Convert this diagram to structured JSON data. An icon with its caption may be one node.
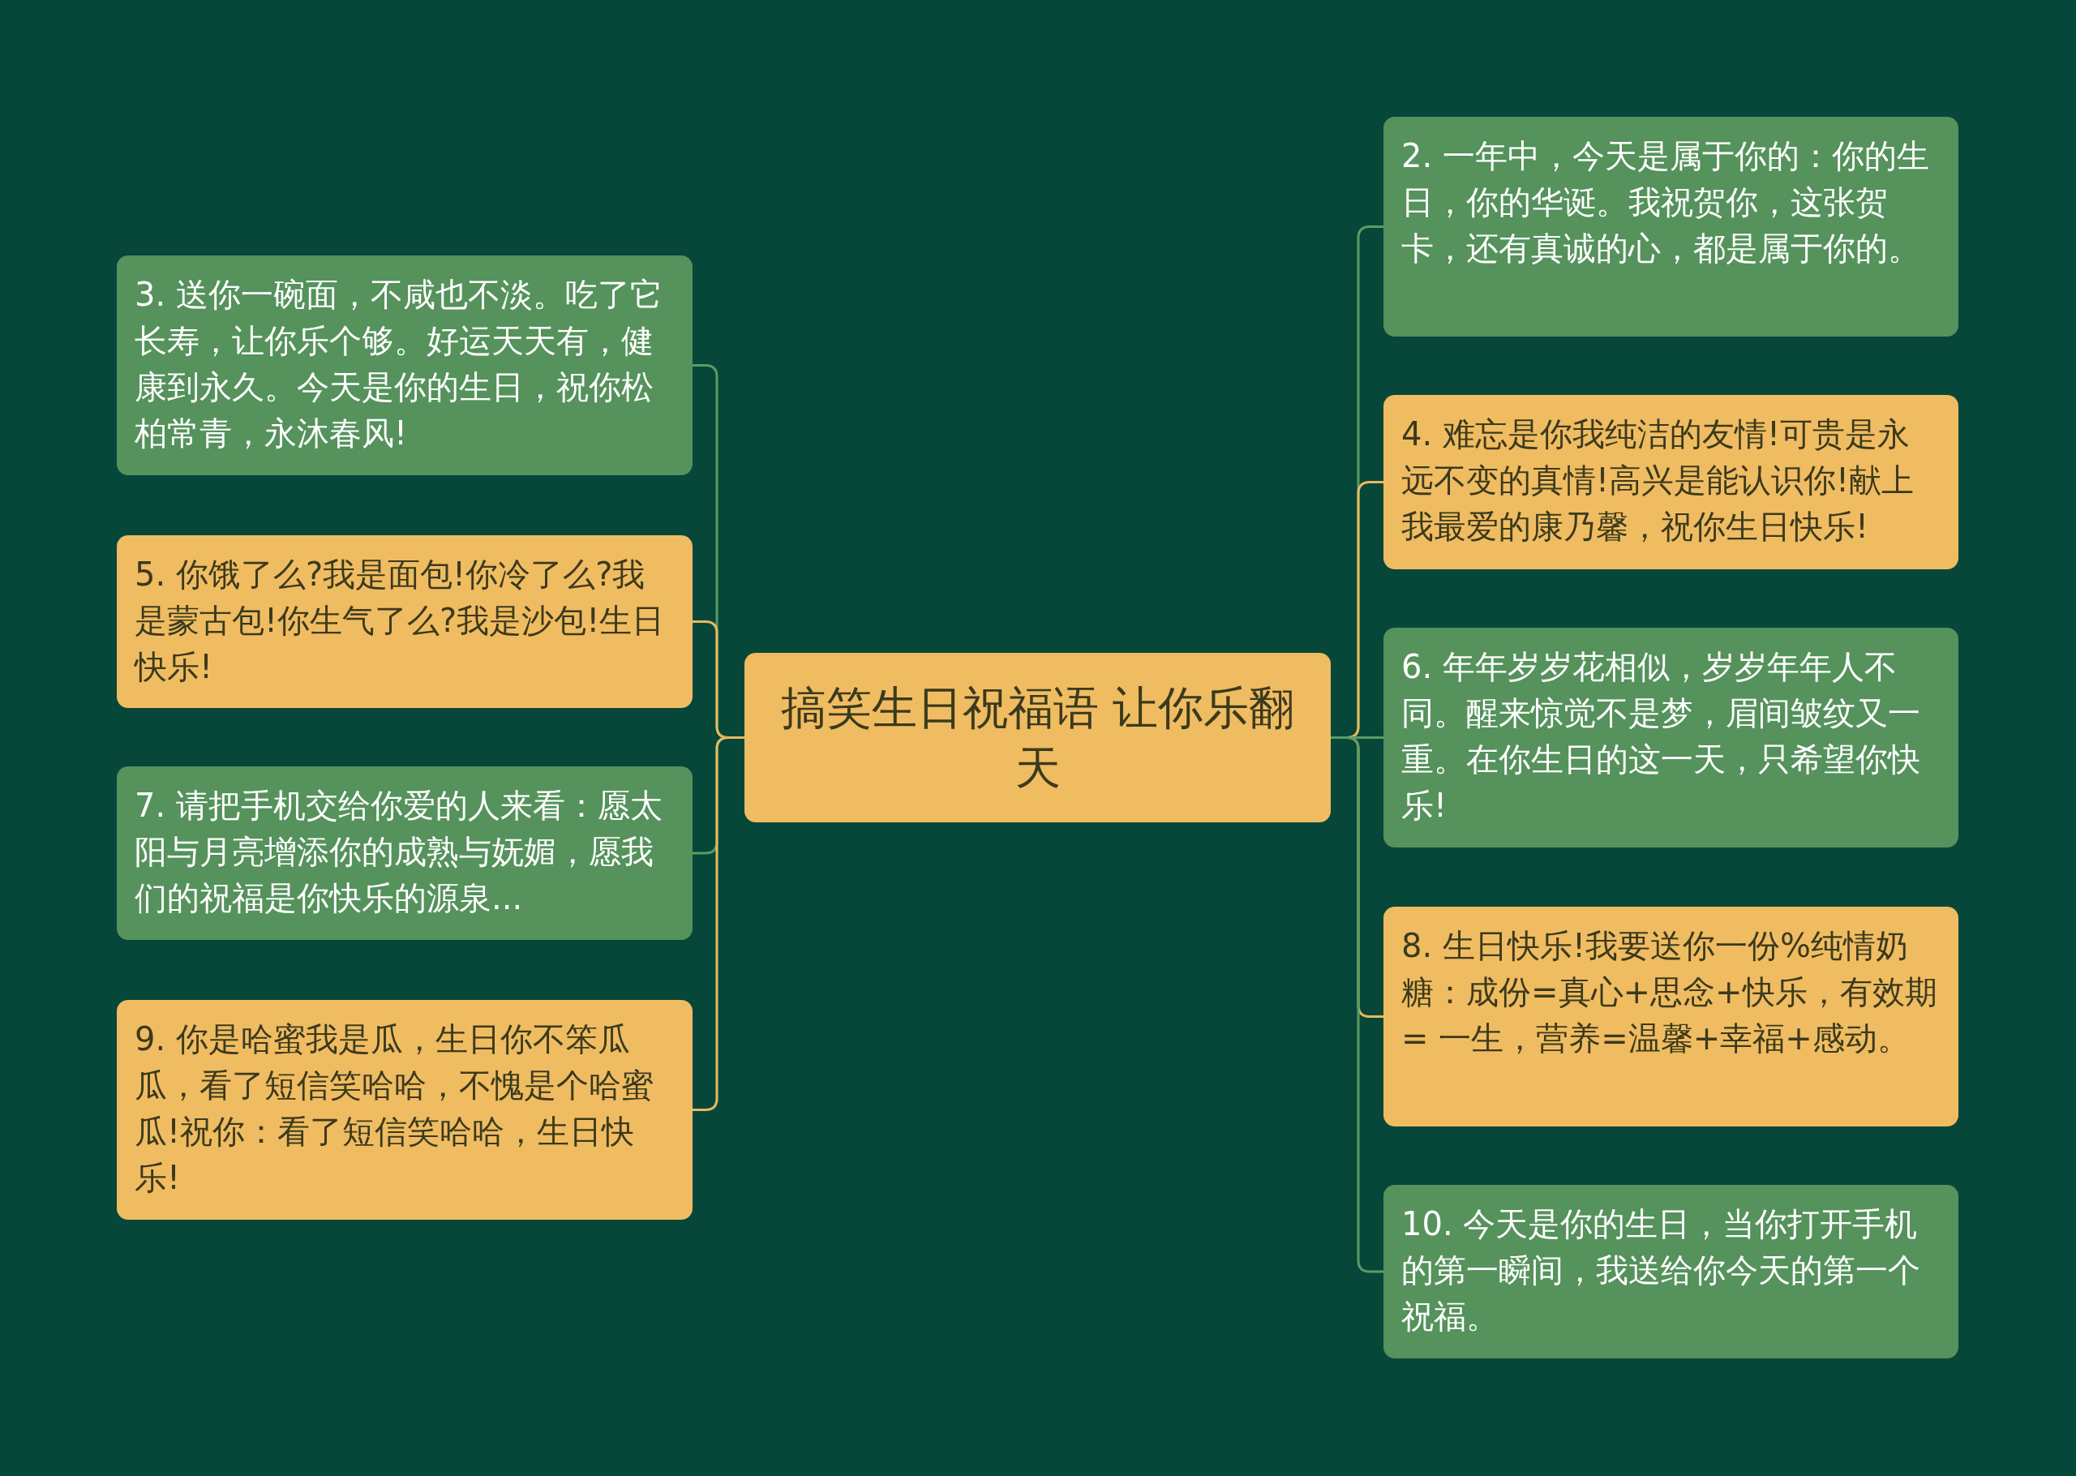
{
  "diagram": {
    "nodes": [
      {
        "text": [
          "搞笑生日祝福语 让你乐翻天"
        ]
      },
      {
        "text": [
          "3. 送你一碗面，不咸也不淡。吃了它长寿，让你乐个够。好运天天有，健康到永久。今天是你的生日，祝你松柏常青，永沐春风!"
        ]
      },
      {
        "text": [
          "5. 你饿了么?我是面包!你冷了么?我是蒙古包!你生气了么?我是沙包!生日快乐!"
        ]
      },
      {
        "text": [
          "7. 请把手机交给你爱的人来看：愿太阳与月亮增添你的成熟与妩媚，愿我们的祝福是你快乐的源泉..."
        ]
      },
      {
        "text": [
          "9. 你是哈蜜我是瓜，生日你不笨瓜瓜，看了短信笑哈哈，不愧是个哈蜜瓜!祝你：看了短信笑哈哈，生日快乐!"
        ]
      },
      {
        "text": [
          "2. 一年中，今天是属于你的：你的生日，你的华诞。我祝贺你，这张贺卡，还有真诚的心，都是属于你的。"
        ]
      },
      {
        "text": [
          "4. 难忘是你我纯洁的友情!可贵是永远不变的真情!高兴是能认识你!献上我最爱的康乃馨，祝你生日快乐!"
        ]
      },
      {
        "text": [
          "6. 年年岁岁花相似，岁岁年年人不同。醒来惊觉不是梦，眉间皱纹又一重。在你生日的这一天，只希望你快乐!"
        ]
      },
      {
        "text": [
          "8. 生日快乐!我要送你一份%纯情奶糖：成份=真心+思念+快乐，有效期= 一生，营养=温馨+幸福+感动。"
        ]
      },
      {
        "text": [
          "10. 今天是你的生日，当你打开手机的第一瞬间，我送给你今天的第一个祝福。"
        ]
      }
    ],
    "edges": [
      {
        "from": 0,
        "to": 1,
        "arrow": "none"
      },
      {
        "from": 0,
        "to": 2,
        "arrow": "none",
        "color": "#e9b95e"
      },
      {
        "from": 0,
        "to": 3,
        "arrow": "none"
      },
      {
        "from": 0,
        "to": 4,
        "arrow": "none",
        "color": "#e9b95e"
      },
      {
        "from": 0,
        "to": 5,
        "arrow": "none"
      },
      {
        "from": 0,
        "to": 6,
        "arrow": "none",
        "color": "#e9b95e"
      },
      {
        "from": 0,
        "to": 7,
        "arrow": "none"
      },
      {
        "from": 0,
        "to": 8,
        "arrow": "none",
        "color": "#e9b95e"
      },
      {
        "from": 0,
        "to": 9,
        "arrow": "none"
      }
    ]
  }
}
